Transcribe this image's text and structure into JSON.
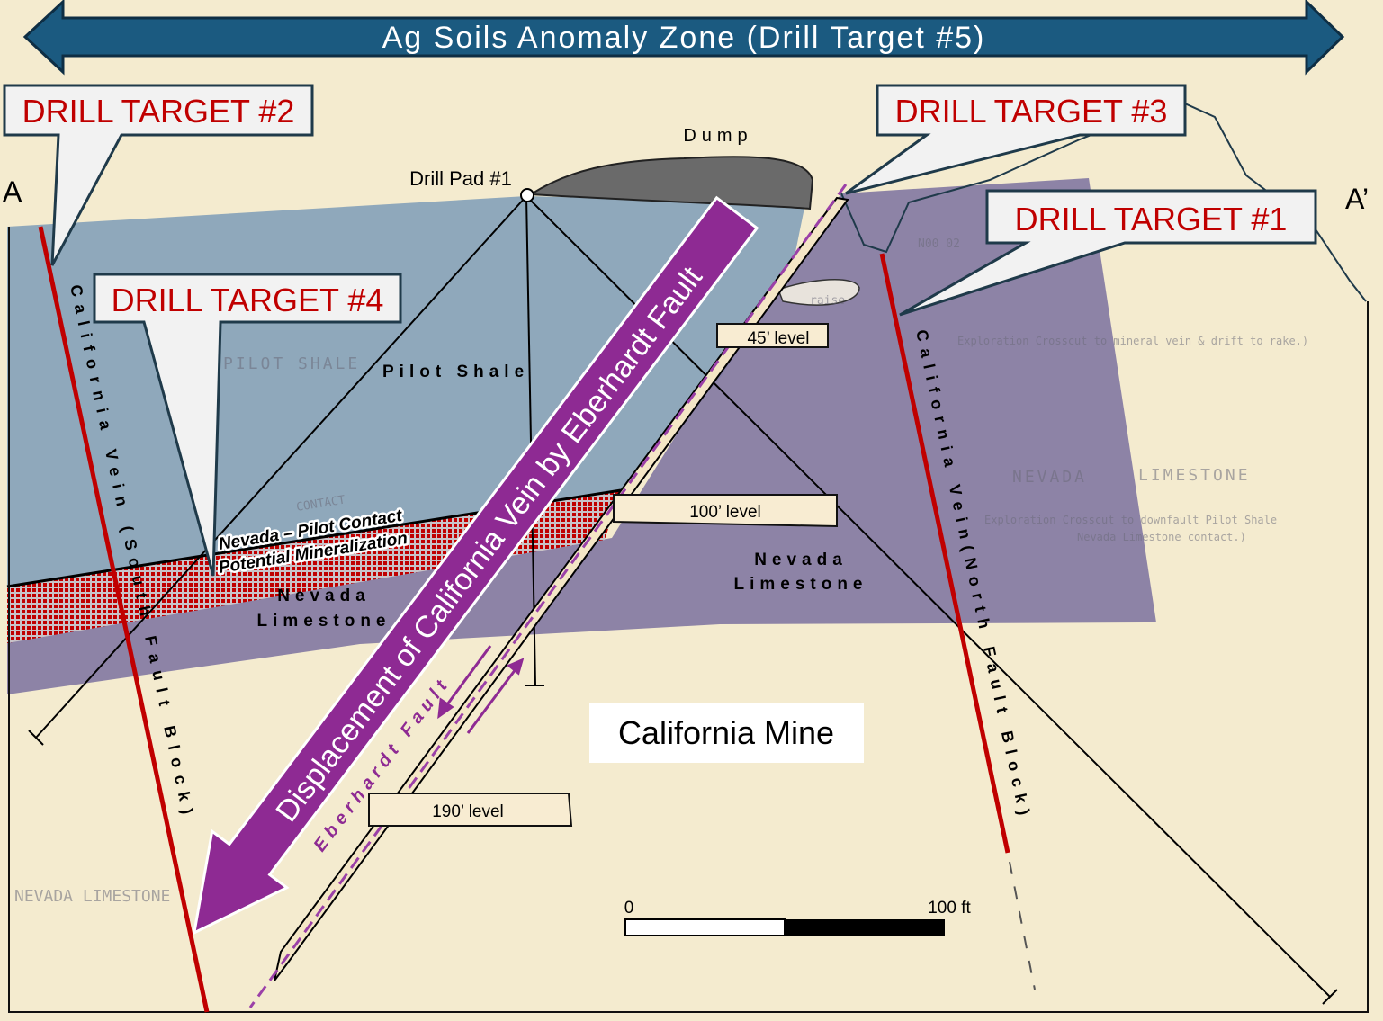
{
  "banner": {
    "title": "Ag Soils Anomaly Zone (Drill Target #5)",
    "color": "#1b5a80"
  },
  "section_labels": {
    "left": "A",
    "right": "A’"
  },
  "callouts": {
    "dt1": "DRILL TARGET #1",
    "dt2": "DRILL TARGET #2",
    "dt3": "DRILL TARGET #3",
    "dt4": "DRILL TARGET #4"
  },
  "features": {
    "dump": "Dump",
    "drill_pad": "Drill Pad #1",
    "pilot_shale": "Pilot Shale",
    "contact": "Nevada – Pilot Contact",
    "mineralization": "Potential Mineralization",
    "nevada_1": "Nevada",
    "limestone_1": "Limestone",
    "nevada_2": "Nevada",
    "limestone_2": "Limestone",
    "south_vein": "California Vein (South Fault Block)",
    "north_vein": "California Vein(North Fault Block)",
    "displacement": "Displacement of California Vein by Eberhardt Fault",
    "eberhardt": "Eberhardt Fault",
    "mine": "California Mine"
  },
  "levels": {
    "l45": "45’ level",
    "l100": "100’ level",
    "l190": "190’ level"
  },
  "scale": {
    "start": "0",
    "end": "100 ft"
  },
  "scanned_text": {
    "pilot_shale": "PILOT SHALE",
    "nevada_limestone_left": "NEVADA LIMESTONE",
    "nevada": "NEVADA",
    "limestone": "LIMESTONE",
    "exploration_1": "Exploration  Crosscut to mineral vein & drift to rake.)",
    "exploration_2": "Exploration  Crosscut to downfault Pilot Shale",
    "exploration_2b": "Nevada Limestone contact.)",
    "raise": "raise",
    "bearing": "N00 02",
    "contact": "CONTACT"
  },
  "colors": {
    "vein": "#c00000",
    "displacement_arrow": "#8e2a93",
    "pilot_shale": "#8fa8bb",
    "limestone": "#7e74a0"
  }
}
